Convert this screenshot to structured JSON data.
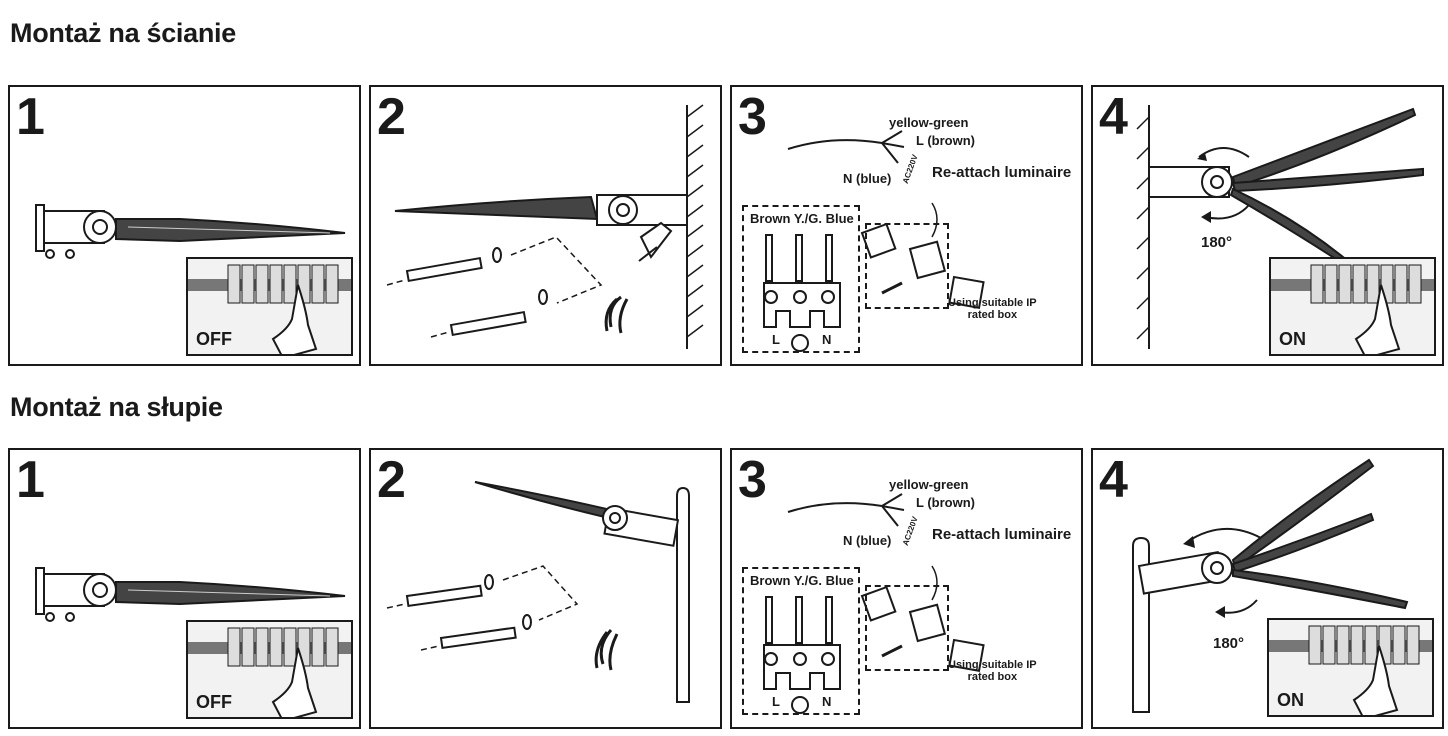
{
  "sections": [
    {
      "title": "Montaż na ścianie"
    },
    {
      "title": "Montaż na słupie"
    }
  ],
  "steps": [
    "1",
    "2",
    "3",
    "4"
  ],
  "switch_states": {
    "off": "OFF",
    "on": "ON"
  },
  "wiring": {
    "yellow_green": "yellow-green",
    "l_brown": "L (brown)",
    "n_blue": "N (blue)",
    "voltage": "AC220V",
    "reattach": "Re-attach luminaire",
    "box_title": "Brown Y./G. Blue",
    "terminal_l": "L",
    "terminal_n": "N",
    "ip_box": "Using suitable IP\nrated box"
  },
  "rotation_label": "180°"
}
